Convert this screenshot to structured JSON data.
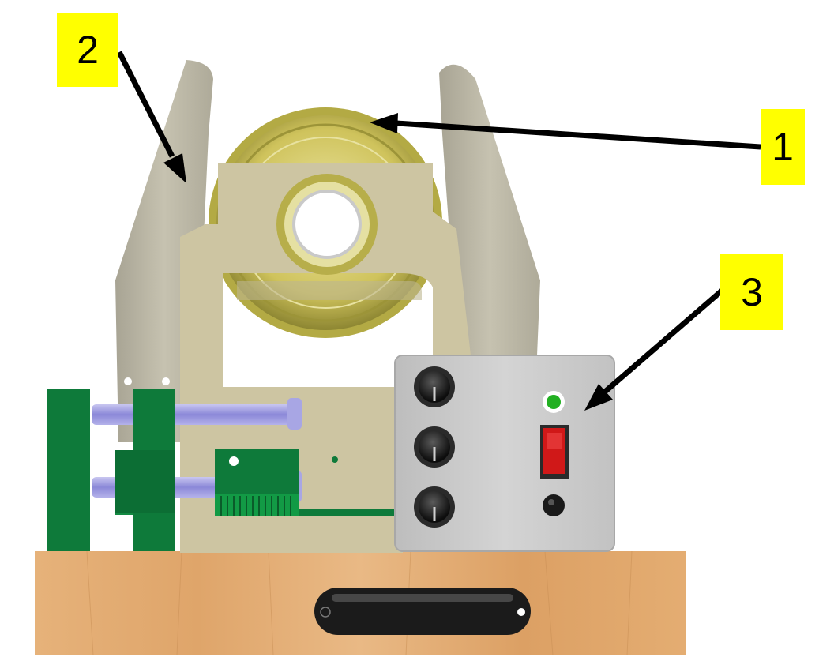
{
  "callouts": [
    {
      "id": "1",
      "label": "1"
    },
    {
      "id": "2",
      "label": "2"
    },
    {
      "id": "3",
      "label": "3"
    }
  ],
  "colors": {
    "callout_bg": "#ffff00",
    "arrow": "#000000",
    "frame": "#cdc5a2",
    "jaws": "#bcb8a6",
    "wheel": "#c9c05a",
    "green_parts": "#0e7a3a",
    "control_box": "#c8c8c8",
    "switch": "#d01818",
    "led": "#22b022",
    "wood": "#e2ac72"
  },
  "icons": [
    "gripper-jaw",
    "pulley-wheel",
    "control-knob",
    "rocker-switch",
    "indicator-led",
    "push-button",
    "handle"
  ]
}
